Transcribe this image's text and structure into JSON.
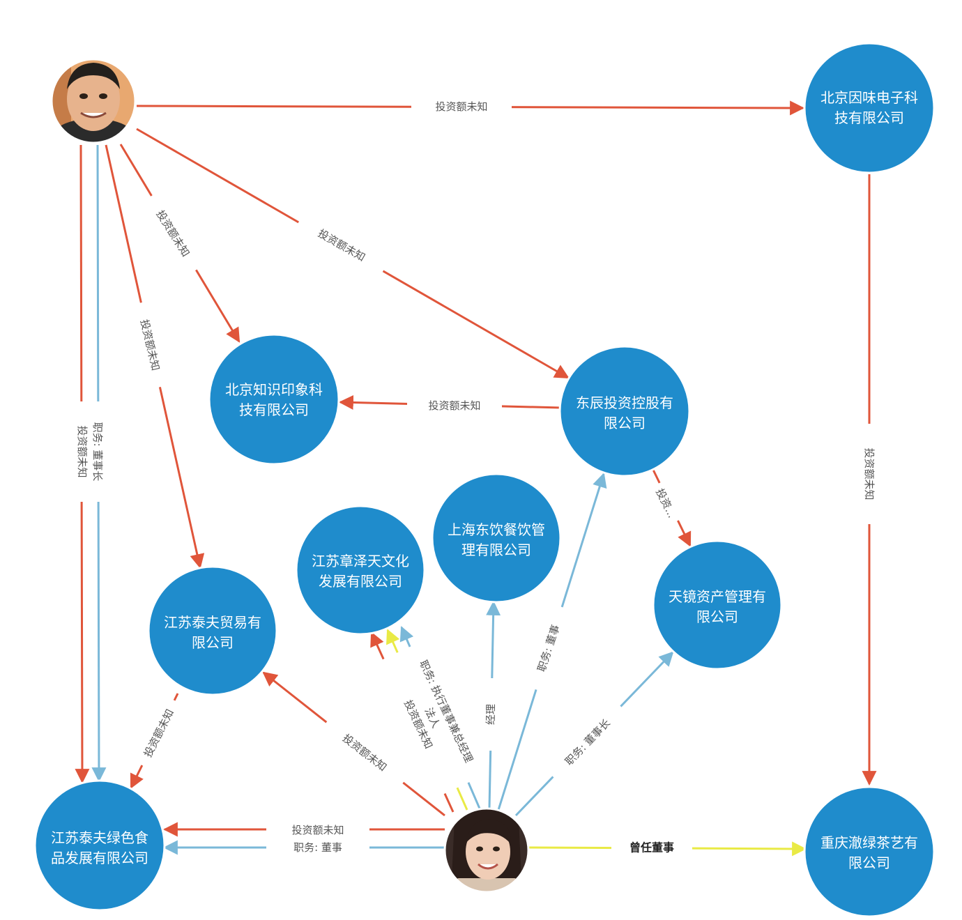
{
  "colors": {
    "node_fill": "#1f8ccc",
    "invest_edge": "#e0553a",
    "position_edge": "#7ab8d8",
    "director_edge": "#e9ea45",
    "photo_skin": "#d9a27c"
  },
  "people": [
    {
      "id": "man",
      "name": "man-avatar"
    },
    {
      "id": "woman",
      "name": "woman-avatar"
    }
  ],
  "companies": [
    {
      "id": "bj_yinwei",
      "lines": [
        "北京因味电子科",
        "技有限公司"
      ]
    },
    {
      "id": "bj_zhishi",
      "lines": [
        "北京知识印象科",
        "技有限公司"
      ]
    },
    {
      "id": "dongchen",
      "lines": [
        "东辰投资控股有",
        "限公司"
      ]
    },
    {
      "id": "sh_dongyin",
      "lines": [
        "上海东饮餐饮管",
        "理有限公司"
      ]
    },
    {
      "id": "js_zhangze",
      "lines": [
        "江苏章泽天文化",
        "发展有限公司"
      ]
    },
    {
      "id": "tianjing",
      "lines": [
        "天镜资产管理有",
        "限公司"
      ]
    },
    {
      "id": "js_taifu_trade",
      "lines": [
        "江苏泰夫贸易有",
        "限公司"
      ]
    },
    {
      "id": "js_taifu_food",
      "lines": [
        "江苏泰夫绿色食",
        "品发展有限公司"
      ]
    },
    {
      "id": "cq_chelv",
      "lines": [
        "重庆澈绿茶艺有",
        "限公司"
      ]
    }
  ],
  "edge_labels": {
    "invest_unknown": "投资额未知",
    "invest_short": "投资...",
    "position_chairman": "职务: 董事长",
    "position_director": "职务: 董事",
    "position_executive": "职务: 执行董事兼总经理",
    "legal_person": "法人",
    "manager": "经理",
    "former_director": "曾任董事"
  }
}
